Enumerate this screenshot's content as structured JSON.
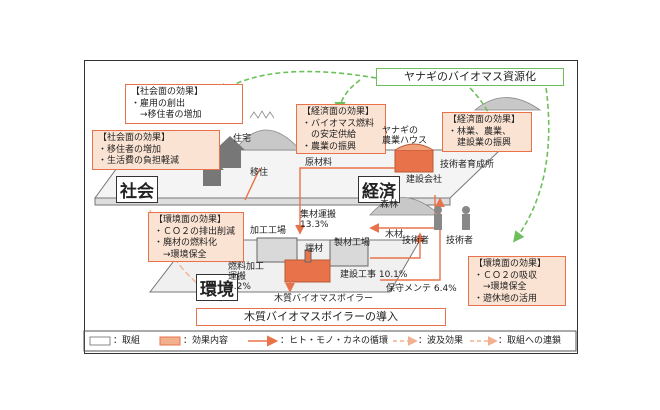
{
  "title": "ヤナギのバイオマス資源化",
  "bottom_title": "木質バイオマスボイラーの導入",
  "sectors": {
    "society": "社会",
    "economy": "経済",
    "environment": "環境"
  },
  "effect_boxes": {
    "social_top": {
      "title": "【社会面の効果】",
      "lines": [
        "・雇用の創出",
        "　→移住者の増加"
      ]
    },
    "social_left": {
      "title": "【社会面の効果】",
      "lines": [
        "・移住者の増加",
        "・生活費の負担軽減"
      ]
    },
    "econ_mid": {
      "title": "【経済面の効果】",
      "lines": [
        "・バイオマス燃料",
        "　の安定供給",
        "・農業の振興"
      ]
    },
    "econ_right": {
      "title": "【経済面の効果】",
      "lines": [
        "・林業、農業、",
        "　建設業の振興"
      ]
    },
    "env_left": {
      "title": "【環境面の効果】",
      "lines": [
        "・ＣＯ２の排出削減",
        "・廃材の燃料化",
        "　→環境保全"
      ]
    },
    "env_right": {
      "title": "【環境面の効果】",
      "lines": [
        "・ＣＯ２の吸収",
        "　→環境保全",
        "・遊休地の活用"
      ]
    }
  },
  "labels": {
    "housing": "住宅",
    "migration": "移住",
    "raw_material": "原材料",
    "yanagi_farm": "ヤナギの\n農業ハウス",
    "engineer_school": "技術者育成所",
    "construction_co": "建設会社",
    "forest": "森林",
    "engineer": "技術者",
    "timber": "木材",
    "wood_transport": "集材運搬\n13.3%",
    "processing_plant": "加工工場",
    "sawmill": "製材工場",
    "scrap_wood": "端材",
    "fuel_transport": "燃料加工\n運搬\n4.2%",
    "construction_work": "建設工事 10.1%",
    "maintenance": "保守メンテ 6.4%",
    "boiler": "木質バイオマスボイラー"
  },
  "legend": {
    "action": "：取組",
    "effect": "：効果内容",
    "flow": "：ヒト・モノ・カネの循環",
    "ripple": "：波及効果",
    "link": "：取組への連鎖"
  },
  "colors": {
    "orange": "#e8734a",
    "orange_fill": "#fbe3d3",
    "green": "#6cbf5a",
    "gray": "#8a8a8a"
  }
}
